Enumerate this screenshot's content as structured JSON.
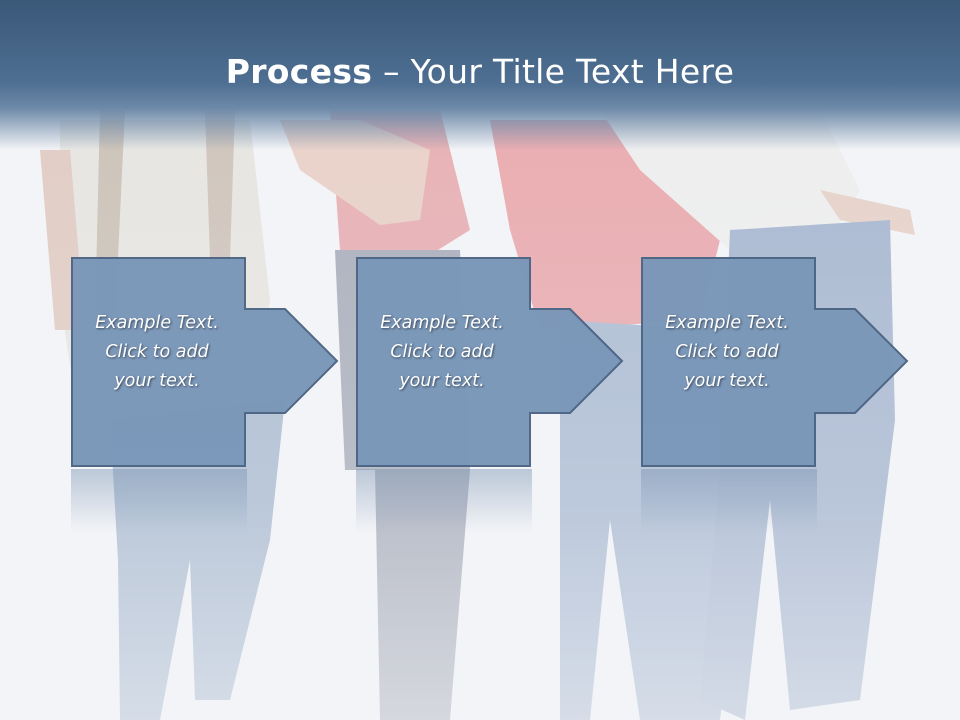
{
  "slide": {
    "title_bold": "Process",
    "title_rest": " – Your Title Text Here"
  },
  "steps": [
    {
      "line1": "Example Text.",
      "line2": "Click  to add",
      "line3": "your text."
    },
    {
      "line1": "Example Text.",
      "line2": "Click  to add",
      "line3": "your text."
    },
    {
      "line1": "Example Text.",
      "line2": "Click  to add",
      "line3": "your text."
    }
  ],
  "colors": {
    "title_bar": "#3a5878",
    "step_fill": "#7a97b9",
    "step_border": "#4c6584",
    "text": "#ffffff"
  }
}
